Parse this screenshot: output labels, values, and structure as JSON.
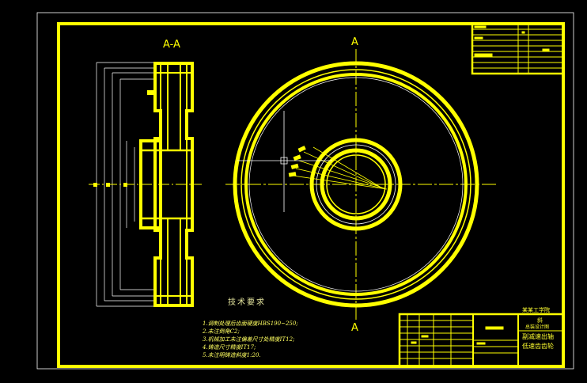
{
  "section_label": "A-A",
  "cut_label_top": "A",
  "cut_label_bottom": "A",
  "notes_title": "技术要求",
  "notes": [
    "1.调制处理后齿面硬度HBS190~250;",
    "2.未注倒角C2;",
    "3.机械加工未注偏差尺寸处精度IT12;",
    "4.铸造尺寸精度IT17;",
    "5.未注明铸造斜度1:20."
  ],
  "title_block": {
    "school": "某某工学院",
    "part": "斜",
    "line2": "总装设计图",
    "name1": "副减速出轴",
    "name2": "低速齿齿轮"
  },
  "colors": {
    "line": "#ffff00",
    "background": "#000000",
    "thin": "#e0e0e0"
  }
}
